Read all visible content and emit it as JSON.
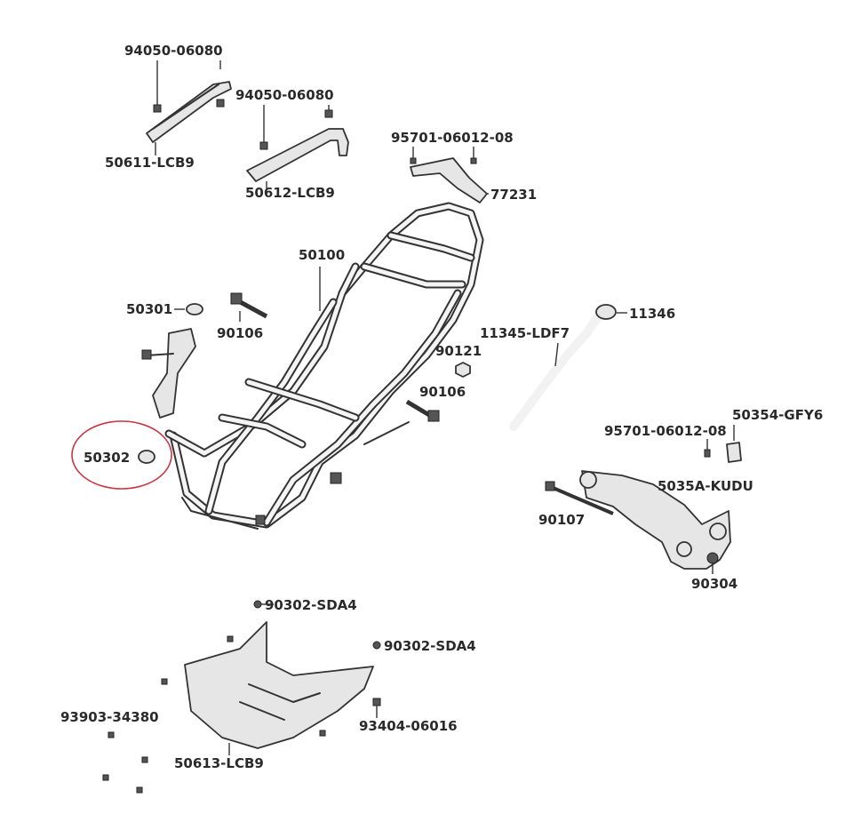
{
  "labels": {
    "p94050_06080_a": "94050-06080",
    "p50611": "50611-LCB9",
    "p94050_06080_b": "94050-06080",
    "p50612": "50612-LCB9",
    "p95701_a": "95701-06012-08",
    "p77231": "77231",
    "p50100": "50100",
    "p50301": "50301",
    "p90106_a": "90106",
    "p11346": "11346",
    "p11345": "11345-LDF7",
    "p90121": "90121",
    "p90106_b": "90106",
    "p50302": "50302",
    "p95701_b": "95701-06012-08",
    "p50354": "50354-GFY6",
    "p5035a": "5035A-KUDU",
    "p90107": "90107",
    "p90304": "90304",
    "p90302_a": "90302-SDA4",
    "p90302_b": "90302-SDA4",
    "p93903": "93903-34380",
    "p93404": "93404-06016",
    "p50613": "50613-LCB9"
  },
  "highlight_color": "#cc3344"
}
